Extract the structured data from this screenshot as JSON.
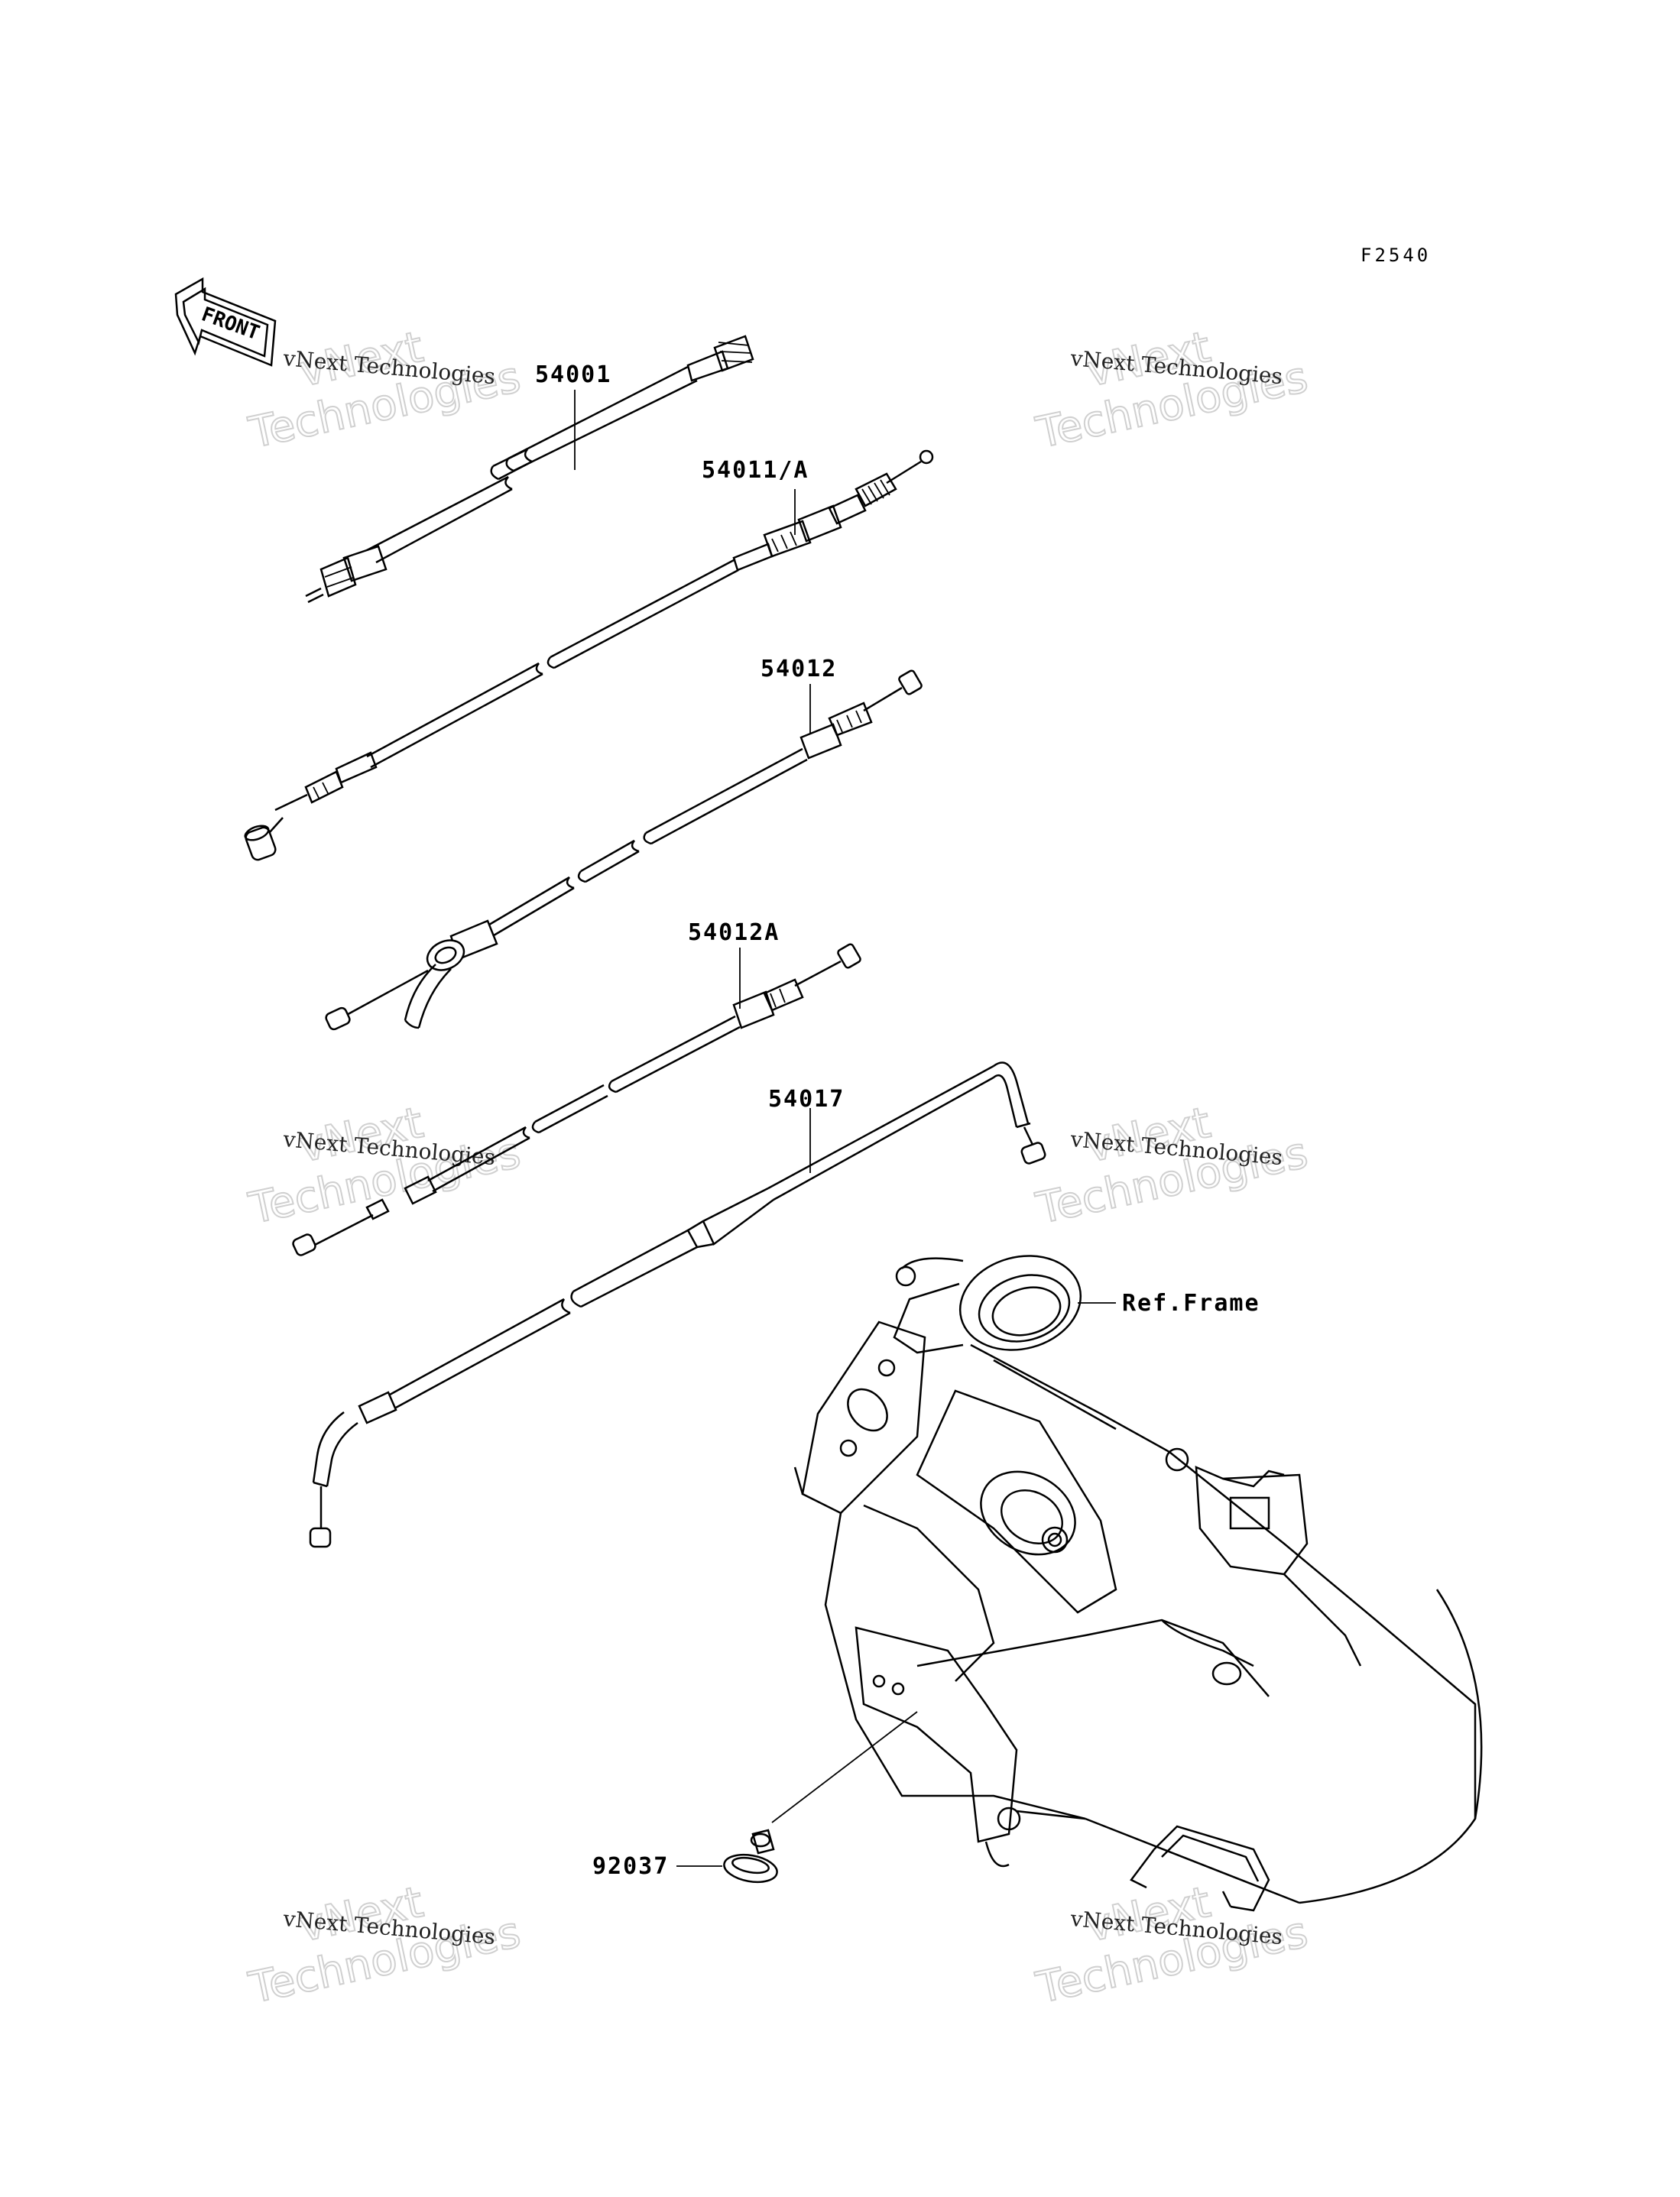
{
  "figure_code": "F2540",
  "front_arrow_label": "FRONT",
  "part_labels": {
    "p54001": "54001",
    "p54011A": "54011/A",
    "p54012": "54012",
    "p54012A": "54012A",
    "p54017": "54017",
    "ref_frame": "Ref.Frame",
    "p92037": "92037"
  },
  "watermark": {
    "company": "vNext Technologies",
    "line1": "vNext",
    "line2": "Technologies"
  }
}
